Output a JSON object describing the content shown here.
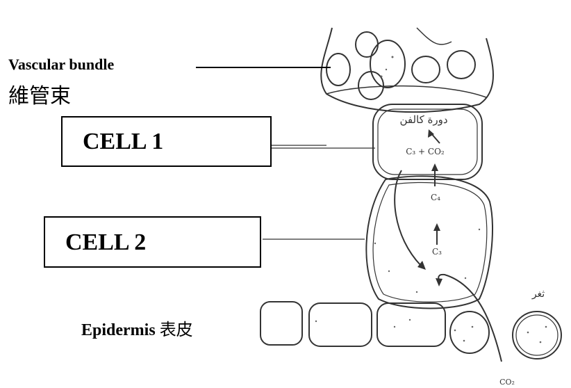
{
  "labels": {
    "vascular_bundle_en": "Vascular bundle",
    "vascular_bundle_zh": "維管束",
    "cell1": "CELL 1",
    "cell2": "CELL 2",
    "epidermis_en": "Epidermis",
    "epidermis_zh": "表皮"
  },
  "diagram_text": {
    "calvin_cycle": "دورة كالفن",
    "c3_co2": "C₃ + CO₂",
    "c4": "C₄",
    "c3": "C₃",
    "stoma": "ثغر",
    "co2": "CO₂"
  }
}
